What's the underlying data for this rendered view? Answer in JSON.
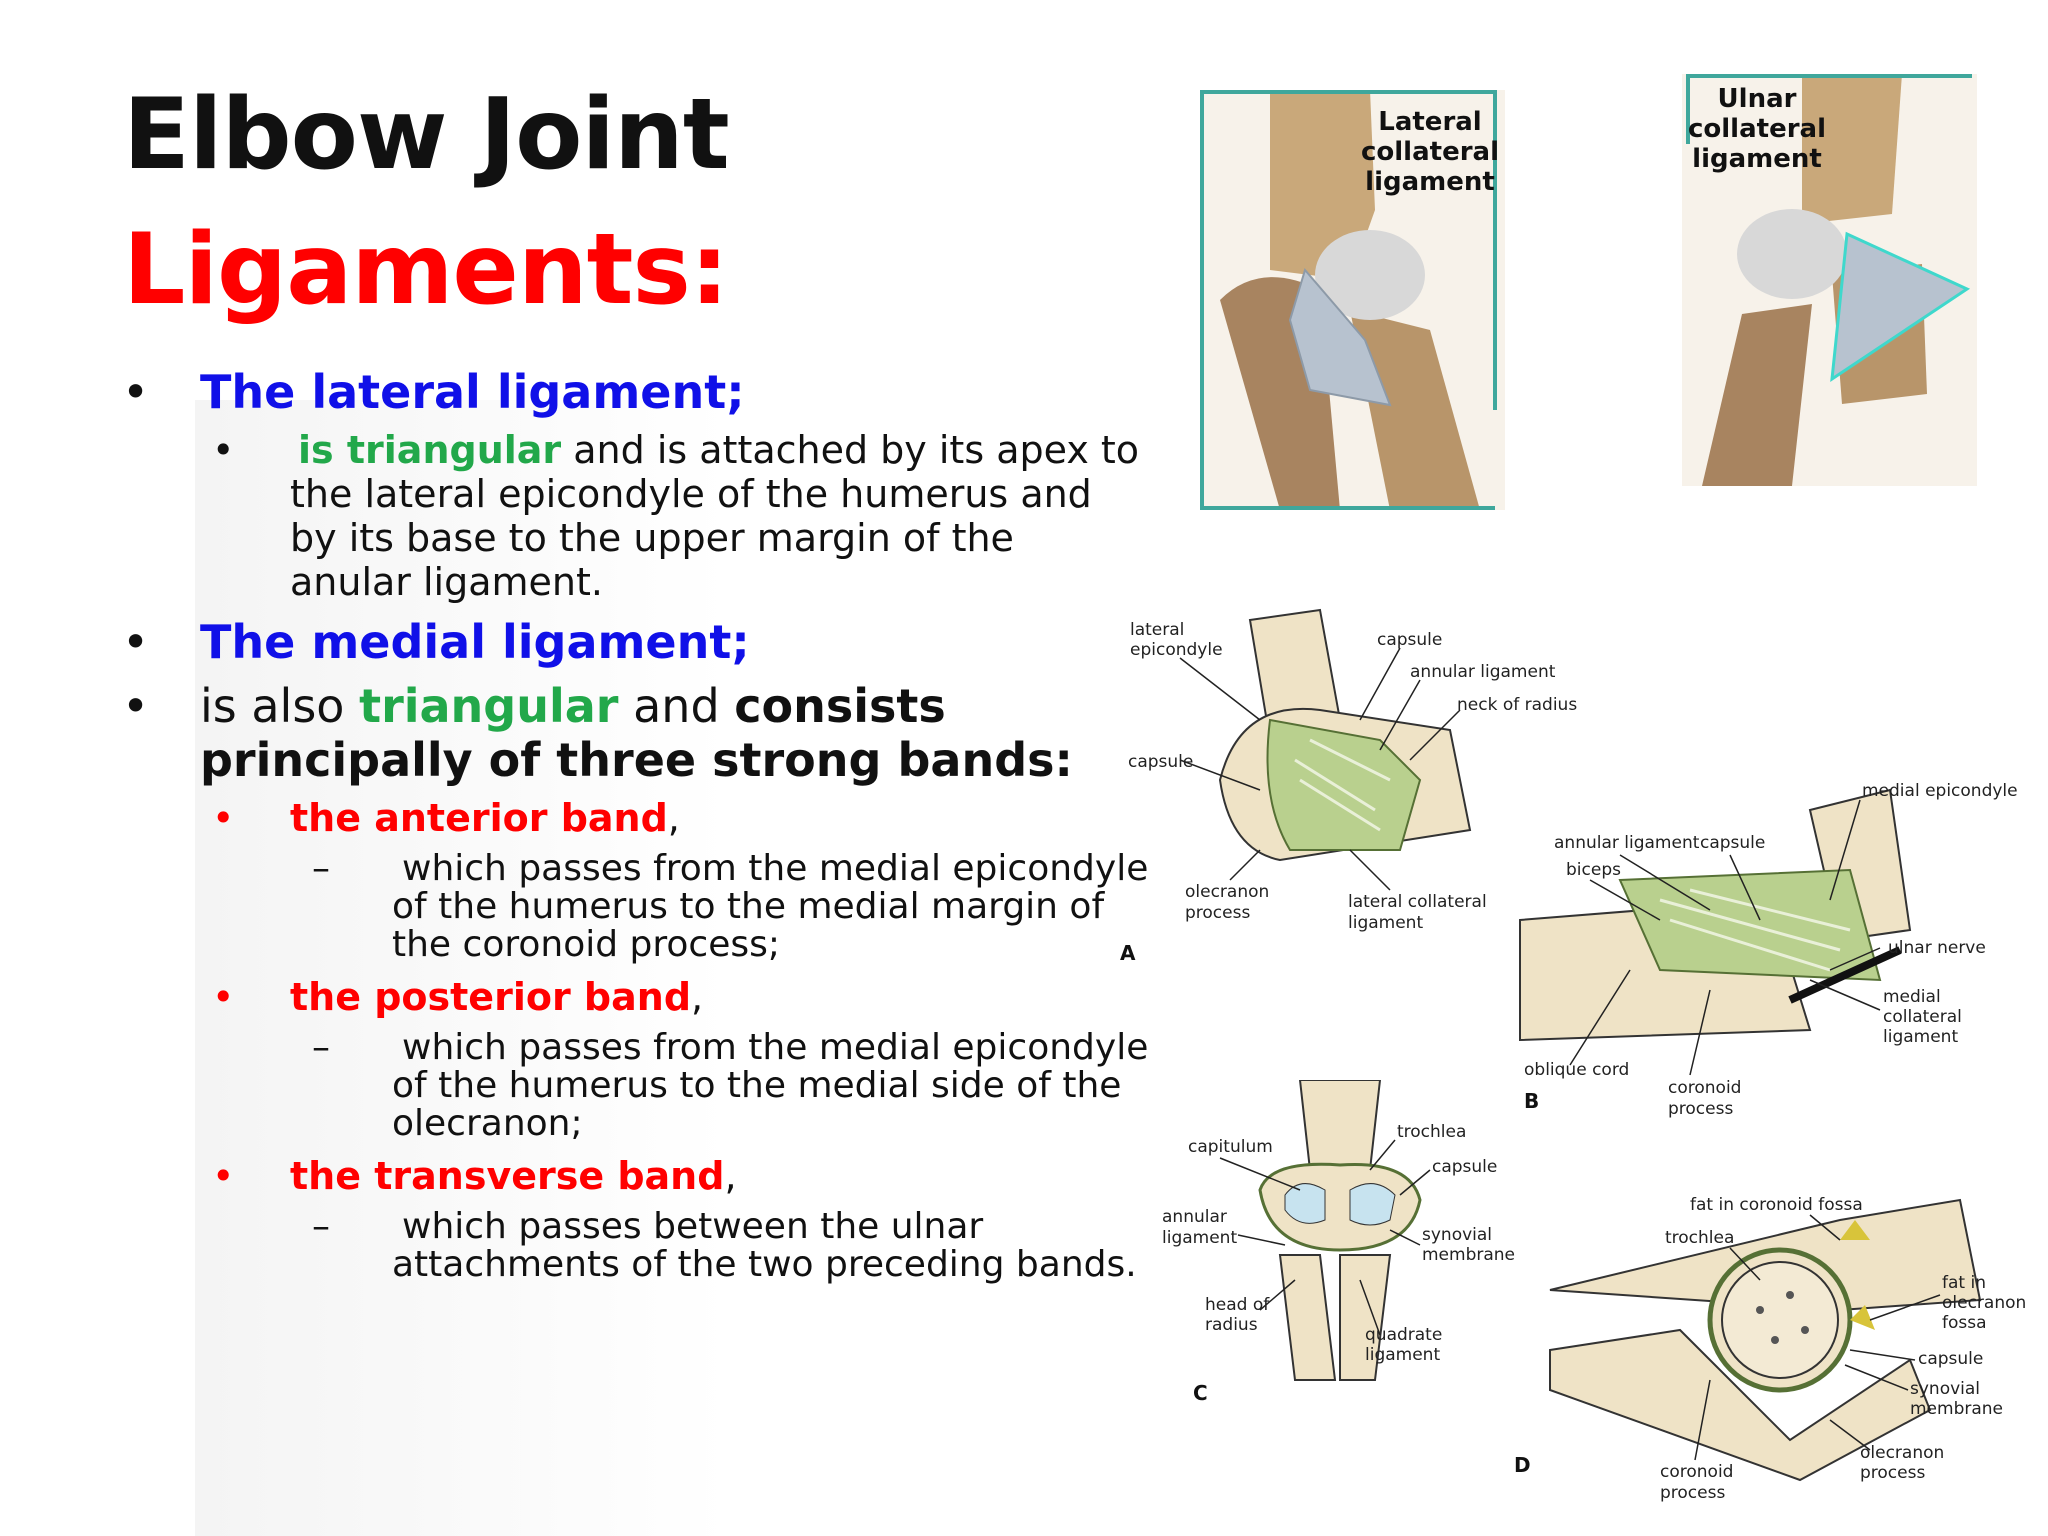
{
  "slide": {
    "title": "Elbow Joint",
    "subtitle": "Ligaments:"
  },
  "content": {
    "lateral_heading": "The lateral ligament;",
    "lateral_desc": {
      "highlight": "is triangular",
      "line1_rest": " and is attached by its apex to",
      "line2": "the lateral epicondyle of the humerus and",
      "line3": "by its base to the upper margin of the",
      "line4": "anular ligament."
    },
    "medial_heading": "The medial ligament;",
    "medial_desc": {
      "prefix": "is also ",
      "highlight": "triangular",
      "middle": " and ",
      "bold_end": "consists",
      "line2": "principally of three strong bands:"
    },
    "bands": [
      {
        "name": "the anterior band",
        "punct": ",",
        "desc": [
          "which passes from the medial epicondyle",
          "of the humerus to the medial margin of",
          "the coronoid process;"
        ]
      },
      {
        "name": "the posterior band",
        "punct": ",",
        "desc": [
          "which passes from the medial epicondyle",
          "of the humerus to the medial side of the",
          "olecranon;"
        ]
      },
      {
        "name": "the transverse band",
        "punct": ",",
        "desc": [
          "which passes between the ulnar",
          "attachments of the two preceding bands."
        ]
      }
    ]
  },
  "figures": {
    "lateral_photo": {
      "label_lines": [
        "Lateral",
        "collateral",
        "ligament"
      ]
    },
    "ulnar_photo": {
      "label_lines": [
        "Ulnar",
        "collateral",
        "ligament"
      ]
    },
    "diagram_a": {
      "letter": "A",
      "labels": {
        "lateral_epicondyle": [
          "lateral",
          "epicondyle"
        ],
        "capsule_top": "capsule",
        "annular": "annular ligament",
        "neck": "neck of radius",
        "capsule_left": "capsule",
        "olecranon": [
          "olecranon",
          "process"
        ],
        "lcl": [
          "lateral collateral",
          "ligament"
        ]
      }
    },
    "diagram_b": {
      "letter": "B",
      "labels": {
        "medial_epicondyle": "medial epicondyle",
        "annular": "annular ligament",
        "capsule": "capsule",
        "biceps": "biceps",
        "ulnar_nerve": "ulnar nerve",
        "mcl": [
          "medial",
          "collateral",
          "ligament"
        ],
        "oblique": "oblique cord",
        "coronoid": [
          "coronoid",
          "process"
        ]
      }
    },
    "diagram_c": {
      "letter": "C",
      "labels": {
        "trochlea": "trochlea",
        "capitulum": "capitulum",
        "capsule": "capsule",
        "annular": [
          "annular",
          "ligament"
        ],
        "synovial": [
          "synovial",
          "membrane"
        ],
        "head": [
          "head of",
          "radius"
        ],
        "quadrate": [
          "quadrate",
          "ligament"
        ]
      }
    },
    "diagram_d": {
      "letter": "D",
      "labels": {
        "fat_coronoid": "fat in coronoid fossa",
        "trochlea": "trochlea",
        "fat_olecranon": [
          "fat in",
          "olecranon",
          "fossa"
        ],
        "capsule": "capsule",
        "synovial": [
          "synovial",
          "membrane"
        ],
        "olecranon": [
          "olecranon",
          "process"
        ],
        "coronoid": [
          "coronoid",
          "process"
        ]
      }
    }
  }
}
